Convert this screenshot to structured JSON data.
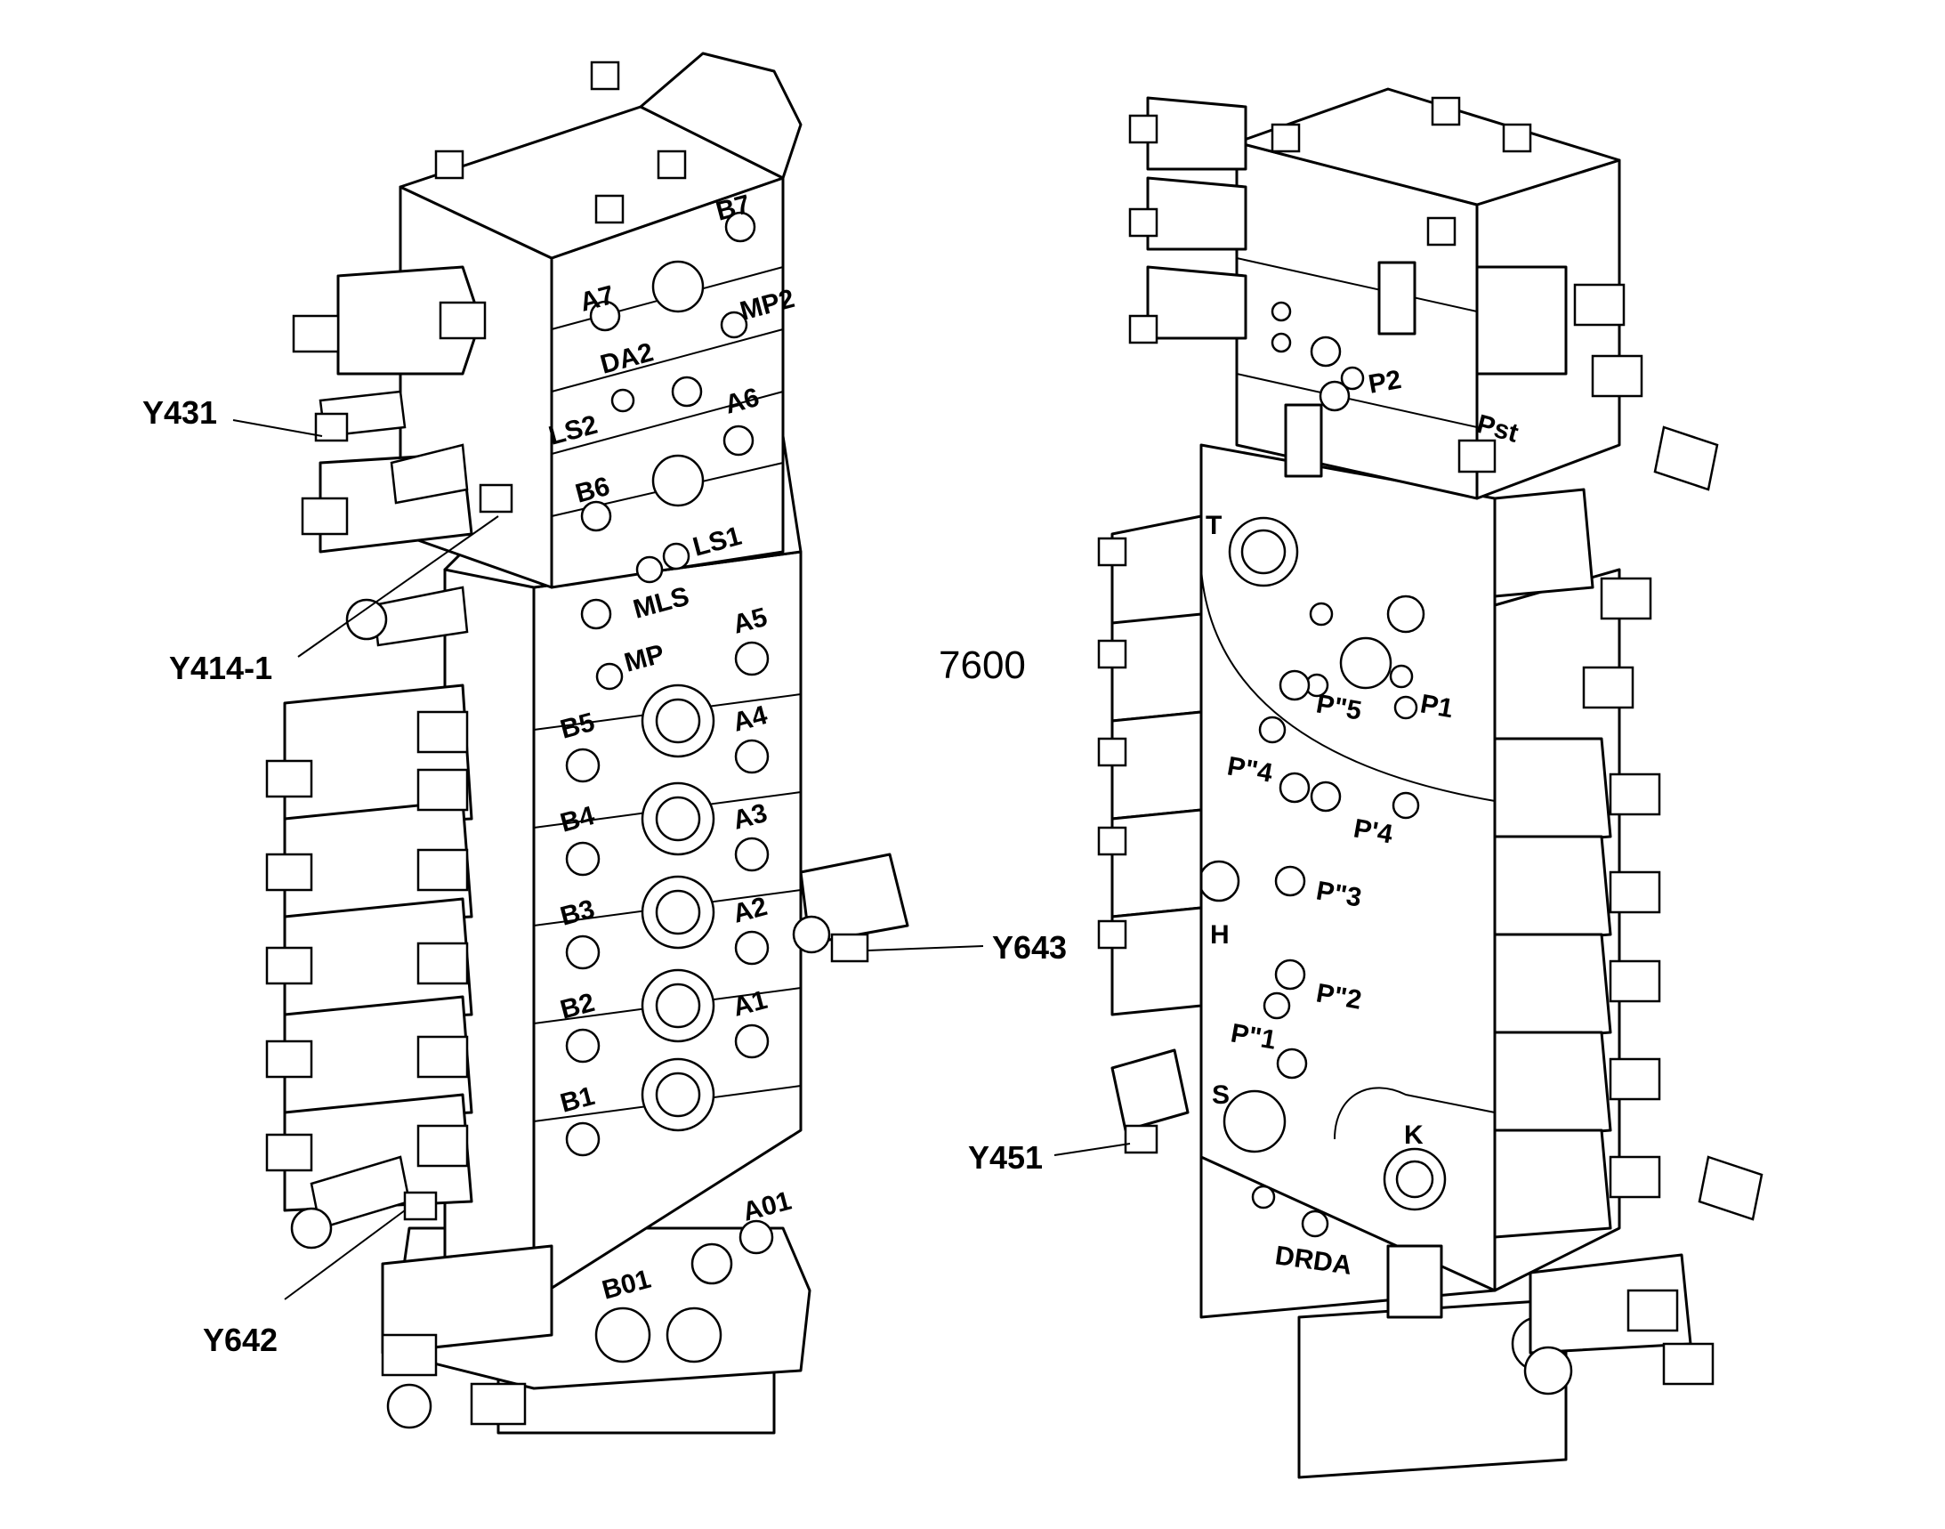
{
  "figure_number": "7600",
  "callouts": {
    "y431": "Y431",
    "y414_1": "Y414-1",
    "y642": "Y642",
    "y643": "Y643",
    "y451": "Y451"
  },
  "left_valve_ports": {
    "a7": "A7",
    "b7": "B7",
    "mp2": "MP2",
    "da2": "DA2",
    "ls2": "LS2",
    "a6": "A6",
    "b6": "B6",
    "ls1": "LS1",
    "mls": "MLS",
    "mp": "MP",
    "a5": "A5",
    "b5": "B5",
    "a4": "A4",
    "b4": "B4",
    "a3": "A3",
    "b3": "B3",
    "a2": "A2",
    "b2": "B2",
    "a1": "A1",
    "b1": "B1",
    "a01": "A01",
    "b01": "B01"
  },
  "right_valve_ports": {
    "p2": "P2",
    "pst": "Pst",
    "t": "T",
    "p1": "P1",
    "p5": "P\"5",
    "p4dd": "P\"4",
    "p4d": "P'4",
    "p3": "P\"3",
    "h": "H",
    "p2dd": "P\"2",
    "p1dd": "P\"1",
    "s": "S",
    "k": "K",
    "drda": "DRDA"
  }
}
